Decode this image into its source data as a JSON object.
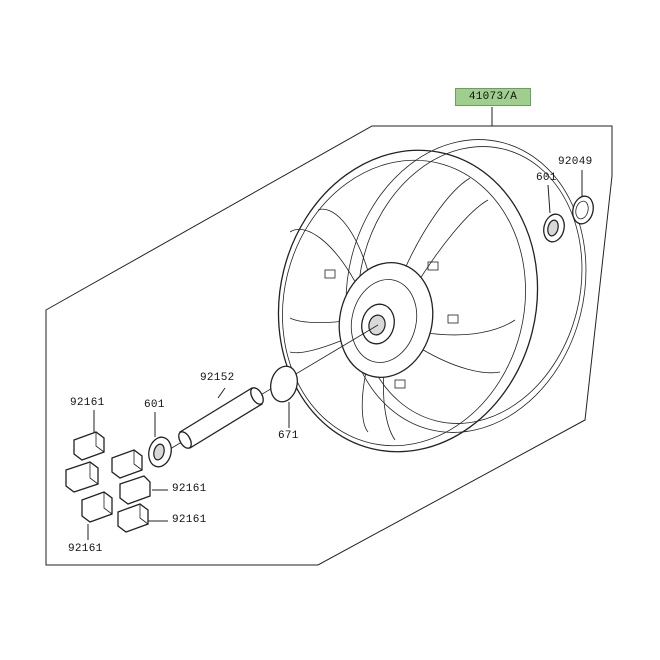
{
  "assembly_label": "41073/A",
  "parts": {
    "bearing_right": "601",
    "seal_right": "92049",
    "collar": "92152",
    "bearing_left": "601",
    "o_ring": "671",
    "damper_top": "92161",
    "damper_mid_right": "92161",
    "damper_low_right": "92161",
    "damper_bottom_left": "92161"
  },
  "colors": {
    "assembly_label_bg": "#9fce8e",
    "line": "#222222"
  }
}
